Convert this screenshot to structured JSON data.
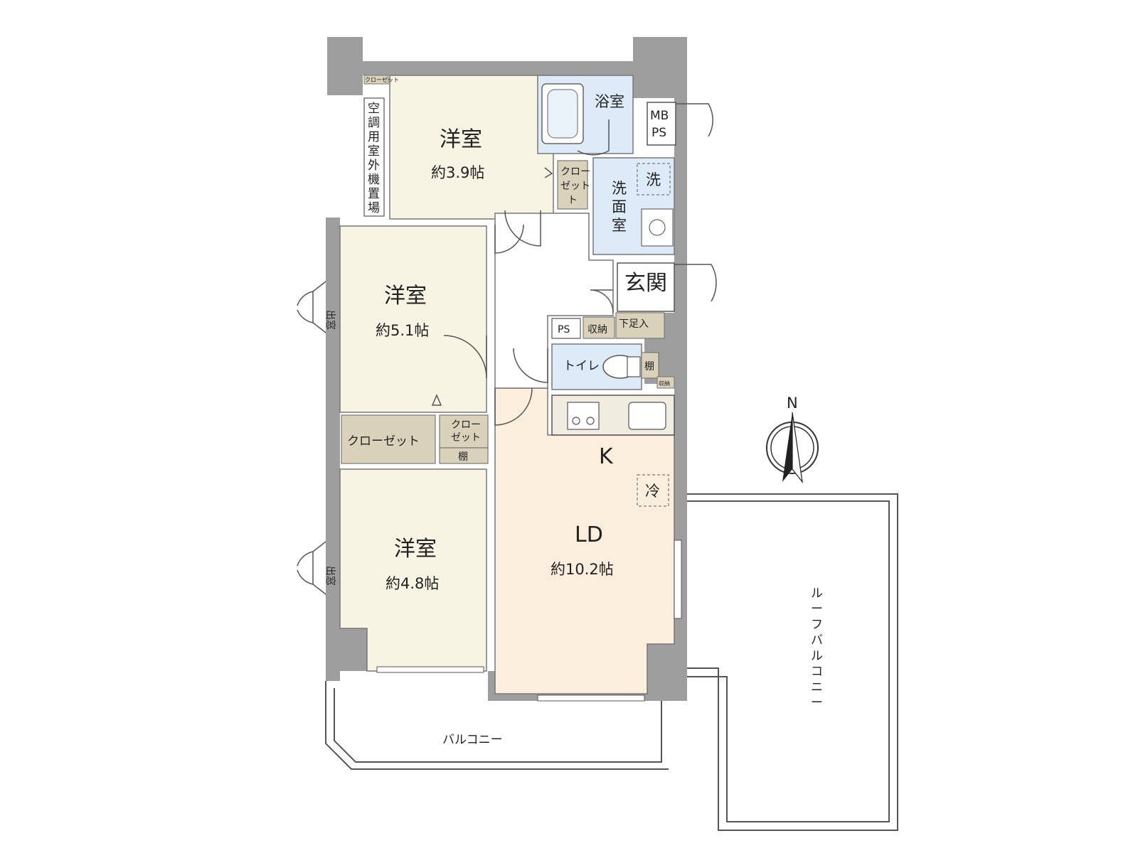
{
  "colors": {
    "wall": "#9e9e9e",
    "western_room": "#f7f4e4",
    "living": "#fbeedd",
    "wet_area": "#dcebf7",
    "storage": "#d9d1b9",
    "balcony_line": "#555555"
  },
  "rooms": {
    "room1": {
      "name": "洋室",
      "size": "約3.9帖"
    },
    "room2": {
      "name": "洋室",
      "size": "約5.1帖"
    },
    "room3": {
      "name": "洋室",
      "size": "約4.8帖"
    },
    "ld": {
      "name": "LD",
      "size": "約10.2帖"
    },
    "kitchen": "K",
    "bath": "浴室",
    "washroom": "洗面室",
    "washer": "洗",
    "entrance": "玄関",
    "toilet": "トイレ",
    "fridge": "冷",
    "mbps_top": "MB",
    "mbps_bottom": "PS"
  },
  "storage": {
    "closet_small_top": "クローゼット",
    "closet_a": "クロー",
    "closet_b": "ゼット",
    "closet_c": "ト",
    "closet_large": "クローゼット",
    "closet_mid_a": "クロー",
    "closet_mid_b": "ゼット",
    "shelf_mid": "棚",
    "ps_small": "PS",
    "shuno": "収納",
    "shoes": "下足入",
    "shelf_toilet": "棚",
    "shuno_toilet": "収納"
  },
  "outdoor": {
    "ac_unit": [
      "空",
      "調",
      "用",
      "室",
      "外",
      "機",
      "置",
      "場"
    ],
    "bay_window": "出窓",
    "balcony": "バルコニー",
    "roof_balcony": [
      "ル",
      "ー",
      "フ",
      "バ",
      "ル",
      "コ",
      "ニ",
      "ー"
    ]
  },
  "compass": {
    "north_label": "N"
  }
}
